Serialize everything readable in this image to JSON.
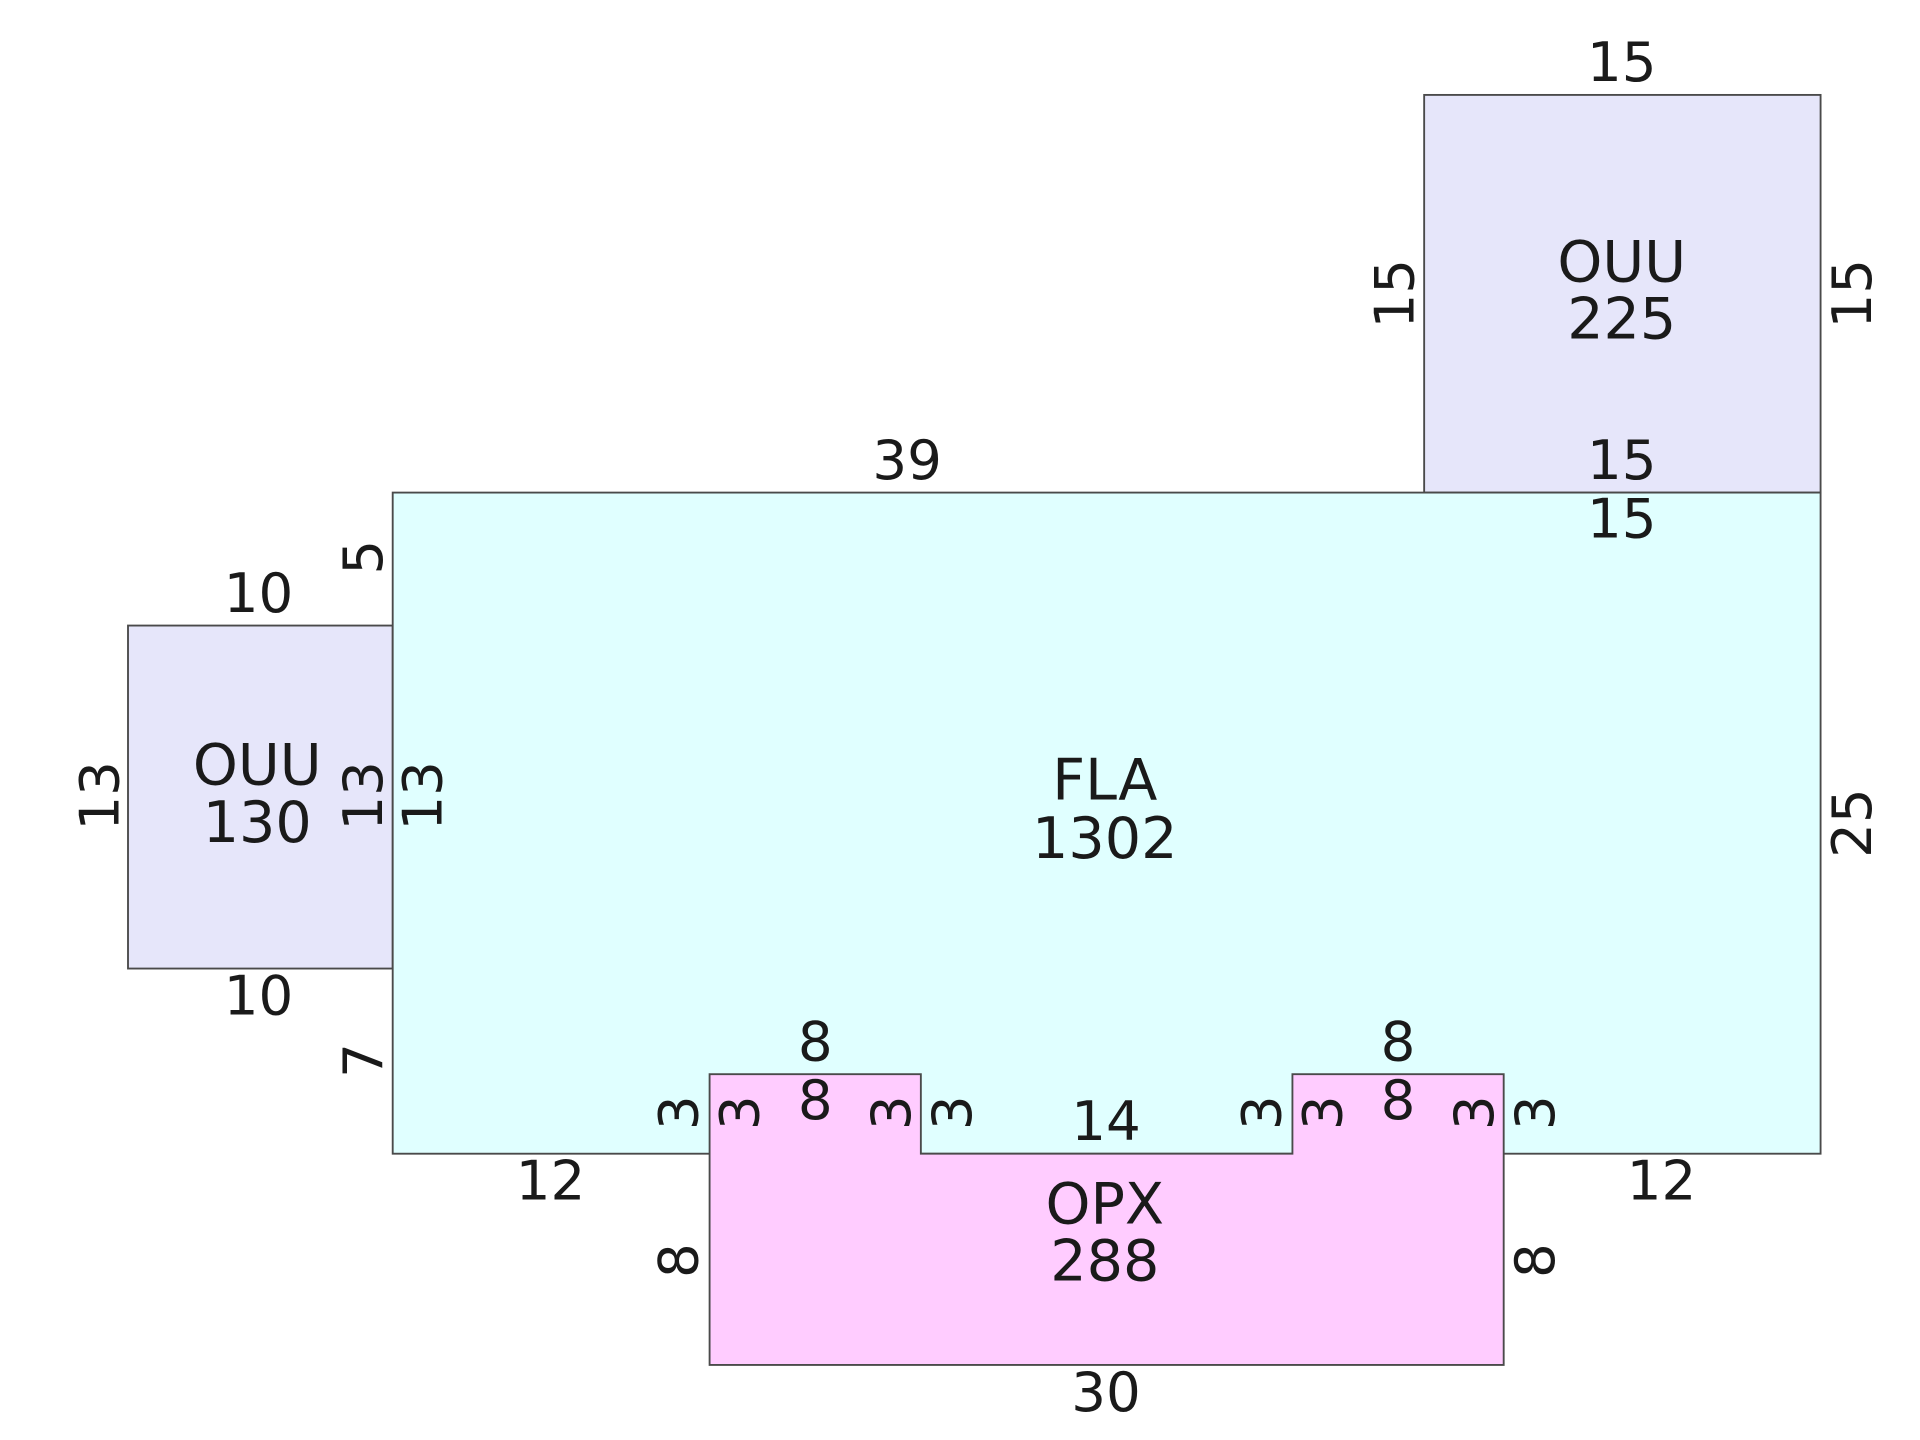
{
  "colors": {
    "ouu_fill": "#e6e6fa",
    "fla_fill": "#e0ffff",
    "opx_fill": "#ffccff",
    "stroke": "#4a4a4a",
    "text": "#1a1a1a"
  },
  "areas": {
    "ouu_top": {
      "name": "OUU",
      "value": "225"
    },
    "ouu_left": {
      "name": "OUU",
      "value": "130"
    },
    "fla": {
      "name": "FLA",
      "value": "1302"
    },
    "opx": {
      "name": "OPX",
      "value": "288"
    }
  },
  "dimensions": {
    "ouu_top_top": "15",
    "ouu_top_left": "15",
    "ouu_top_right": "15",
    "ouu_top_bottom": "15",
    "fla_top": "39",
    "fla_top_right": "15",
    "fla_left_upper": "5",
    "fla_left_middle": "13",
    "fla_left_lower": "7",
    "fla_right": "25",
    "fla_bottom_left": "12",
    "fla_bottom_right": "12",
    "ouu_left_top": "10",
    "ouu_left_bottom": "10",
    "ouu_left_left": "13",
    "ouu_left_right": "13",
    "opx_left_notch_top_outer": "8",
    "opx_left_notch_top_inner": "8",
    "opx_left_notch_left_outer": "3",
    "opx_left_notch_left_inner": "3",
    "opx_left_notch_right_inner": "3",
    "opx_left_notch_right_outer": "3",
    "opx_middle_top": "14",
    "opx_right_notch_left_outer": "3",
    "opx_right_notch_left_inner": "3",
    "opx_right_notch_top_outer": "8",
    "opx_right_notch_top_inner": "8",
    "opx_right_notch_right_inner": "3",
    "opx_right_notch_right_outer": "3",
    "opx_left": "8",
    "opx_right": "8",
    "opx_bottom": "30"
  }
}
